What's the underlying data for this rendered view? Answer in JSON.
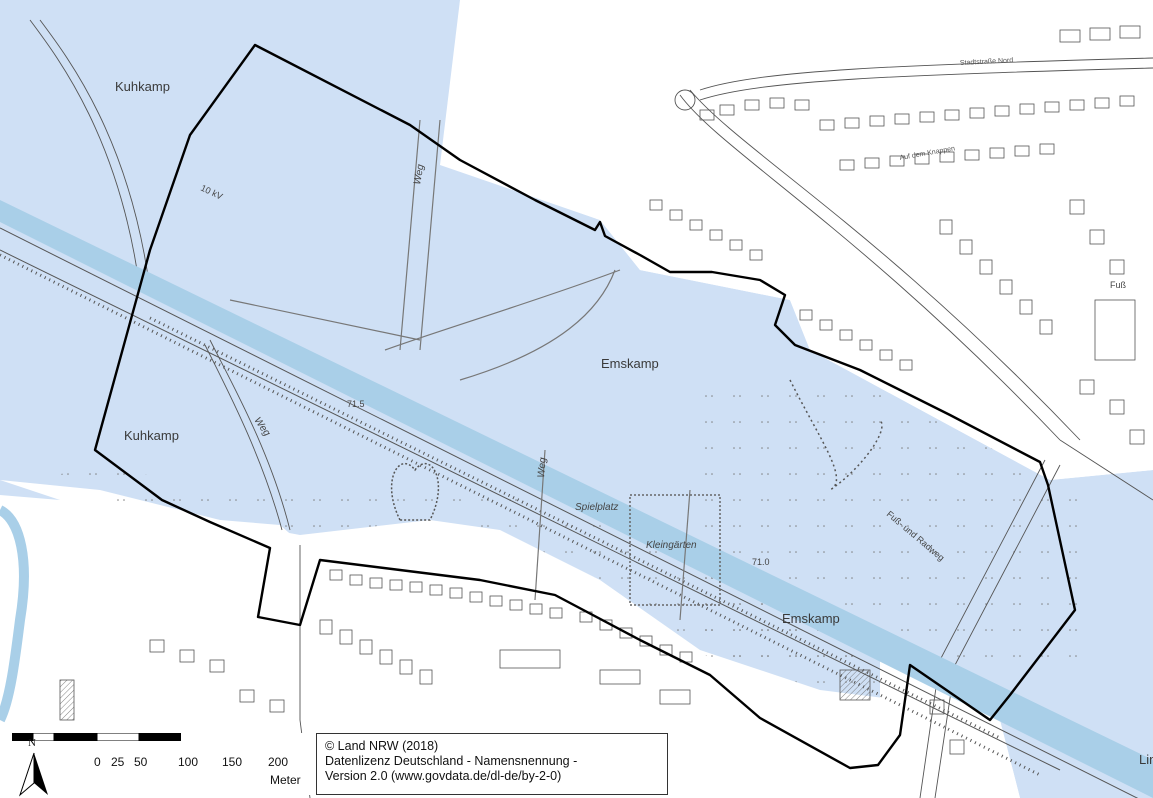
{
  "map": {
    "colors": {
      "water_area": "#cfe0f5",
      "canal": "#a9cfe8",
      "boundary": "#000000",
      "buildings": "#ffffff",
      "lines": "#555555"
    },
    "area_labels": [
      "Kuhkamp",
      "Kuhkamp",
      "Emskamp",
      "Emskamp"
    ],
    "feature_labels": [
      "Weg",
      "Weg",
      "Weg",
      "Spielplatz",
      "Kleingärten",
      "Fuß- und Radweg",
      "10 kV"
    ],
    "street_labels": [
      "Stadtstraße Nord",
      "Auf dem Knappen"
    ],
    "spot_heights": [
      "71.5",
      "71.0"
    ],
    "edge_labels": [
      "Fuß",
      "Lin"
    ]
  },
  "scale": {
    "ticks": [
      "0",
      "25",
      "50",
      "100",
      "150",
      "200"
    ],
    "unit": "Meter",
    "north_label": "N"
  },
  "attribution": {
    "line1": "© Land NRW (2018)",
    "line2": "Datenlizenz Deutschland - Namensnennung -",
    "line3": "Version 2.0 (www.govdata.de/dl-de/by-2-0)"
  }
}
